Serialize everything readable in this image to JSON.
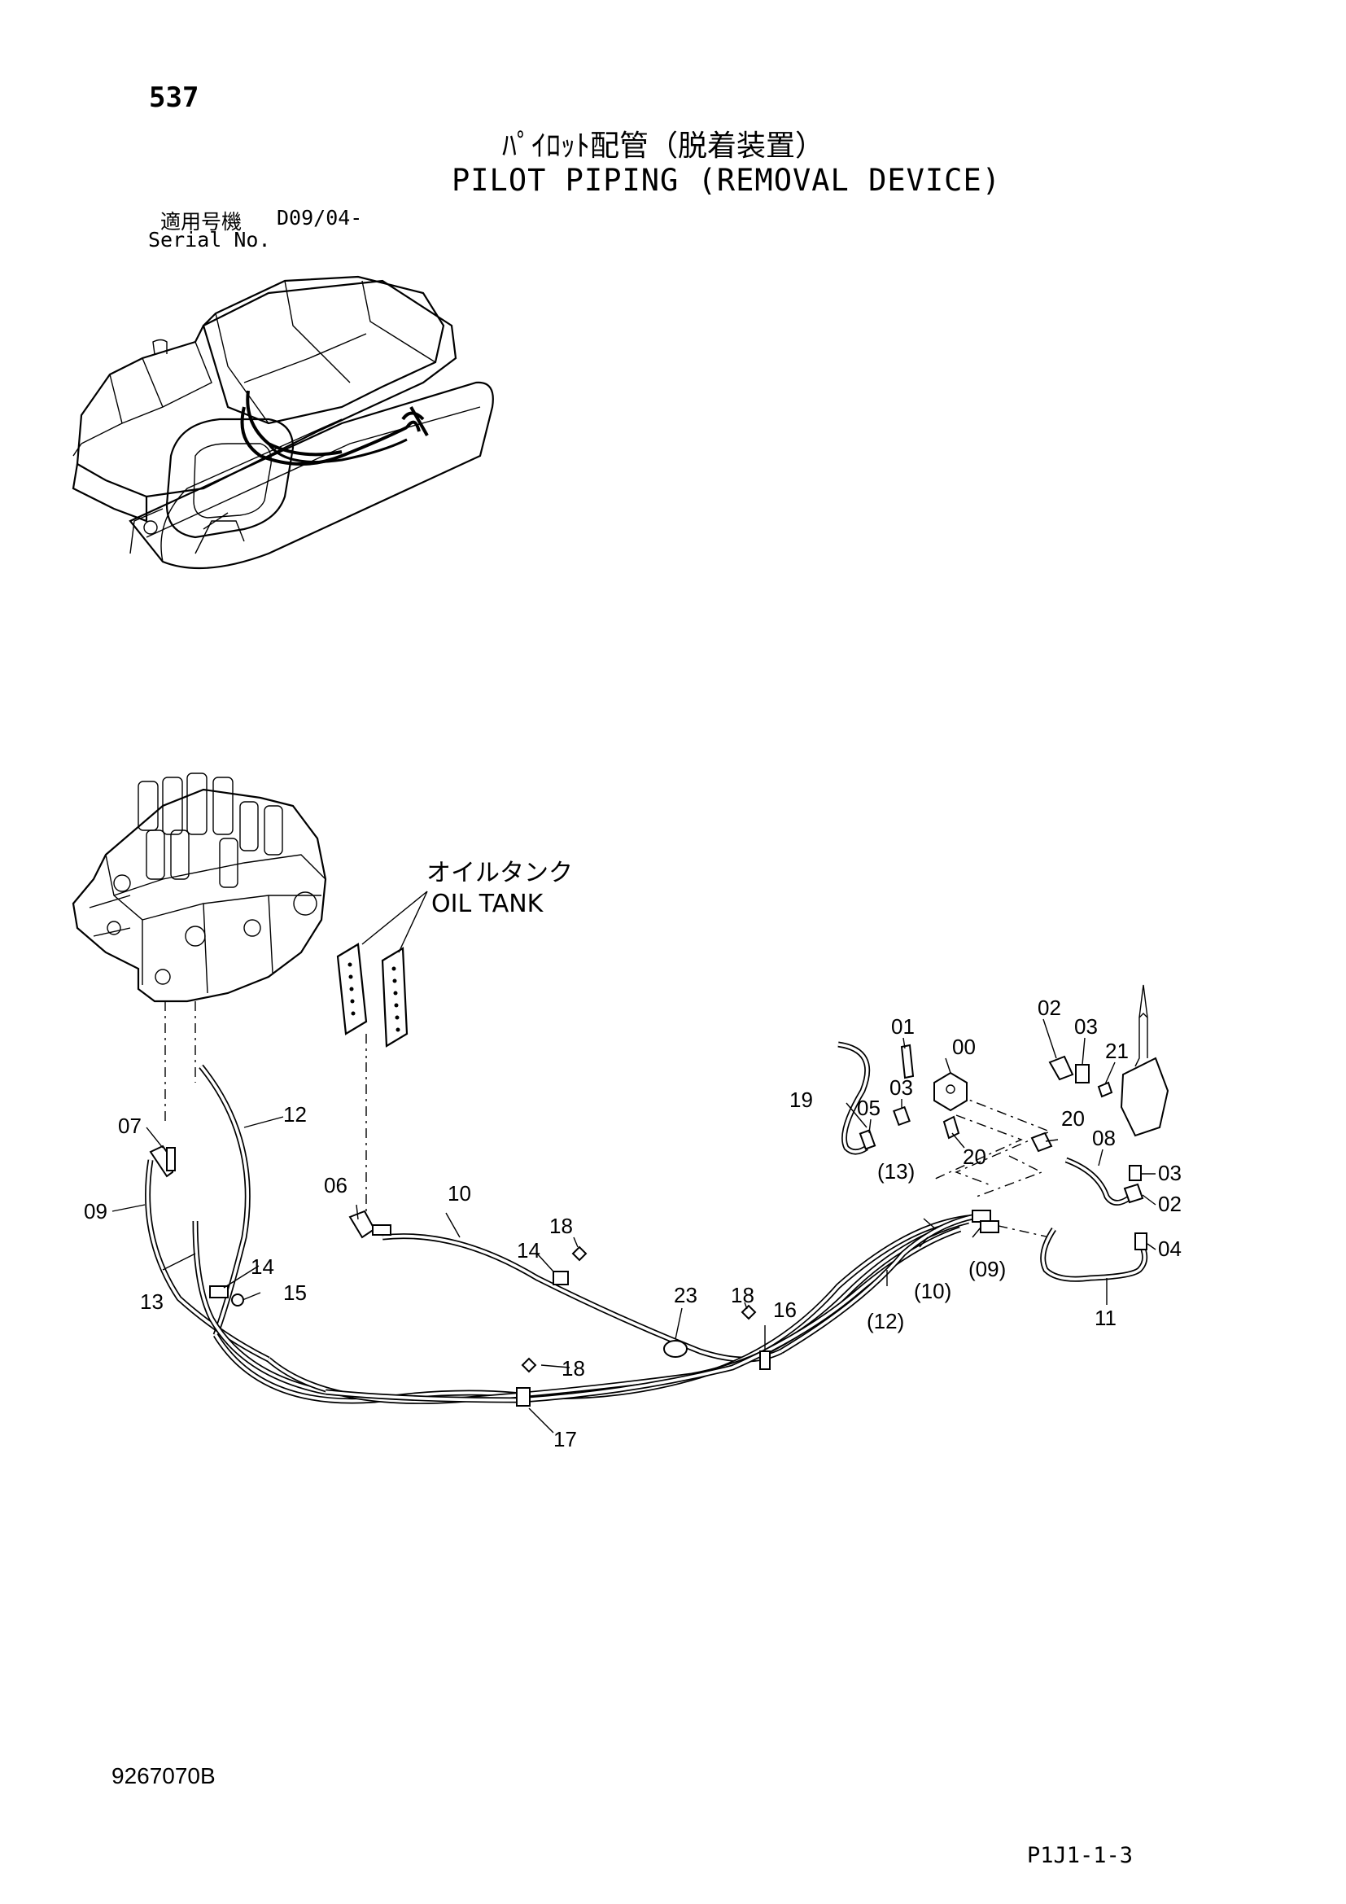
{
  "header": {
    "page_number": "537",
    "title_jp": "ﾊﾟｲﾛｯﾄ配管（脱着装置）",
    "title_en": "PILOT PIPING (REMOVAL DEVICE)",
    "serial_label_jp": "適用号機",
    "serial_code": "D09/04-",
    "serial_label_en": "Serial No."
  },
  "footer": {
    "doc_code": "9267070B",
    "page_ref": "P1J1-1-3"
  },
  "annotation": {
    "tank_jp": "オイルタンク",
    "tank_en": "OIL TANK"
  },
  "callouts": {
    "c00": "00",
    "c01": "01",
    "c02a": "02",
    "c02b": "02",
    "c03a": "03",
    "c03b": "03",
    "c03c": "03",
    "c04": "04",
    "c05": "05",
    "c06": "06",
    "c07": "07",
    "c08": "08",
    "c09": "09",
    "c09p": "(09)",
    "c10": "10",
    "c10p": "(10)",
    "c11": "11",
    "c12": "12",
    "c12p": "(12)",
    "c13": "13",
    "c13p": "(13)",
    "c14a": "14",
    "c14b": "14",
    "c15": "15",
    "c16": "16",
    "c17": "17",
    "c18a": "18",
    "c18b": "18",
    "c18c": "18",
    "c19": "19",
    "c20a": "20",
    "c20b": "20",
    "c21": "21",
    "c23": "23"
  }
}
